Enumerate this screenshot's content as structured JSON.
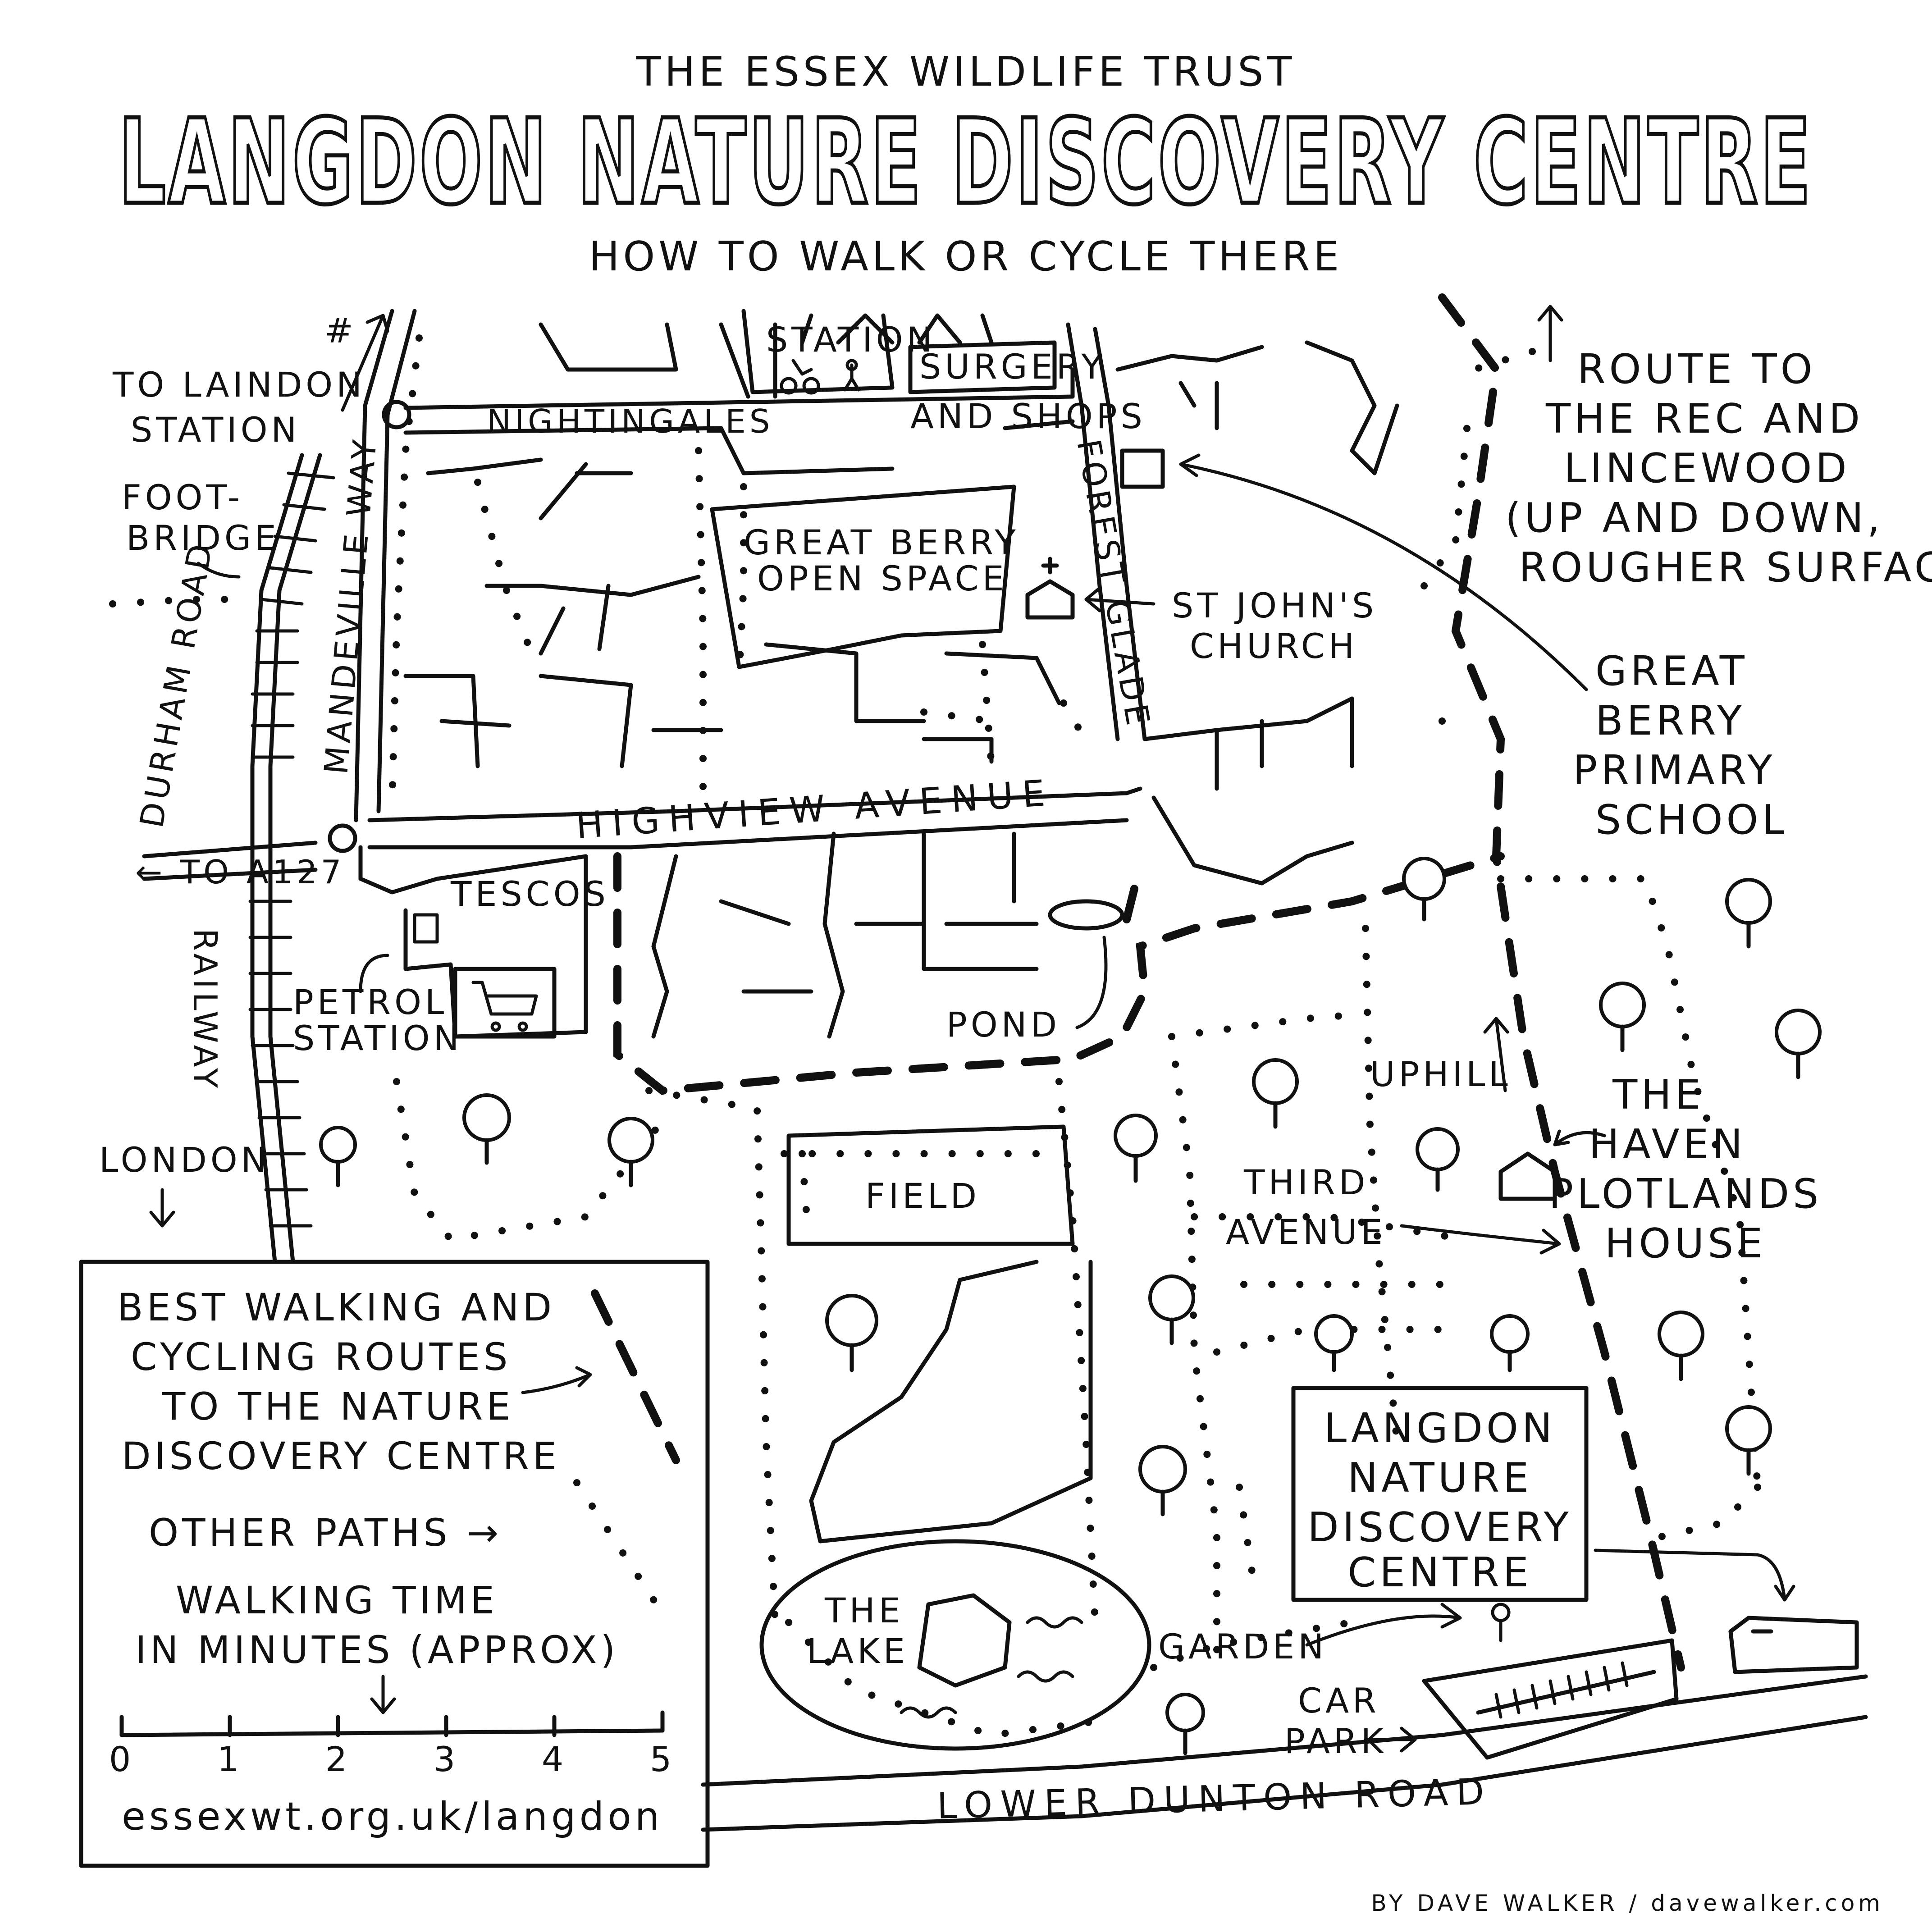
{
  "header": {
    "organisation": "THE ESSEX WILDLIFE TRUST",
    "title": "LANGDON NATURE DISCOVERY CENTRE",
    "subtitle": "HOW TO WALK OR CYCLE THERE"
  },
  "labels": {
    "laindon_station": [
      "TO LAINDON",
      "STATION"
    ],
    "footbridge": [
      "FOOT-",
      "BRIDGE"
    ],
    "durham_road": "DURHAM ROAD",
    "mandeville_way": "MANDEVILLE WAY",
    "nightingales": "NIGHTINGALES",
    "station": "STATION",
    "surgery": "SURGERY",
    "and_shops": "AND SHOPS",
    "forest_glade": "FOREST GLADE",
    "great_berry_open_space": [
      "GREAT BERRY",
      "OPEN SPACE"
    ],
    "st_johns_church": [
      "ST JOHN'S",
      "CHURCH"
    ],
    "route_rec": [
      "ROUTE TO",
      "THE REC AND",
      "LINCEWOOD",
      "(UP AND DOWN,",
      "ROUGHER SURFACE)"
    ],
    "great_berry_school": [
      "GREAT",
      "BERRY",
      "PRIMARY",
      "SCHOOL"
    ],
    "highview_avenue": "HIGHVIEW AVENUE",
    "to_a127": "← TO A127",
    "tescos": "TESCOS",
    "petrol_station": [
      "PETROL",
      "STATION"
    ],
    "railway": "RAILWAY",
    "pond": "POND",
    "london": "LONDON",
    "field": "FIELD",
    "uphill": "UPHILL",
    "the_haven": [
      "THE",
      "HAVEN",
      "PLOTLANDS",
      "HOUSE"
    ],
    "third_avenue": [
      "THIRD",
      "AVENUE"
    ],
    "centre": [
      "LANGDON",
      "NATURE",
      "DISCOVERY",
      "CENTRE"
    ],
    "the_lake": [
      "THE",
      "LAKE"
    ],
    "garden": "GARDEN",
    "car_park": [
      "CAR",
      "PARK"
    ],
    "lower_dunton_road": "LOWER DUNTON ROAD"
  },
  "legend": {
    "best_routes": [
      "BEST WALKING AND",
      "CYCLING ROUTES",
      "TO THE NATURE",
      "DISCOVERY CENTRE"
    ],
    "other_paths": "OTHER PATHS →",
    "walking_time": [
      "WALKING TIME",
      "IN MINUTES (APPROX)"
    ],
    "scale_ticks": [
      "0",
      "1",
      "2",
      "3",
      "4",
      "5"
    ],
    "url": "essexwt.org.uk/langdon"
  },
  "credit": "BY DAVE WALKER / davewalker.com",
  "colors": {
    "ink": "#111111",
    "paper": "#ffffff"
  }
}
